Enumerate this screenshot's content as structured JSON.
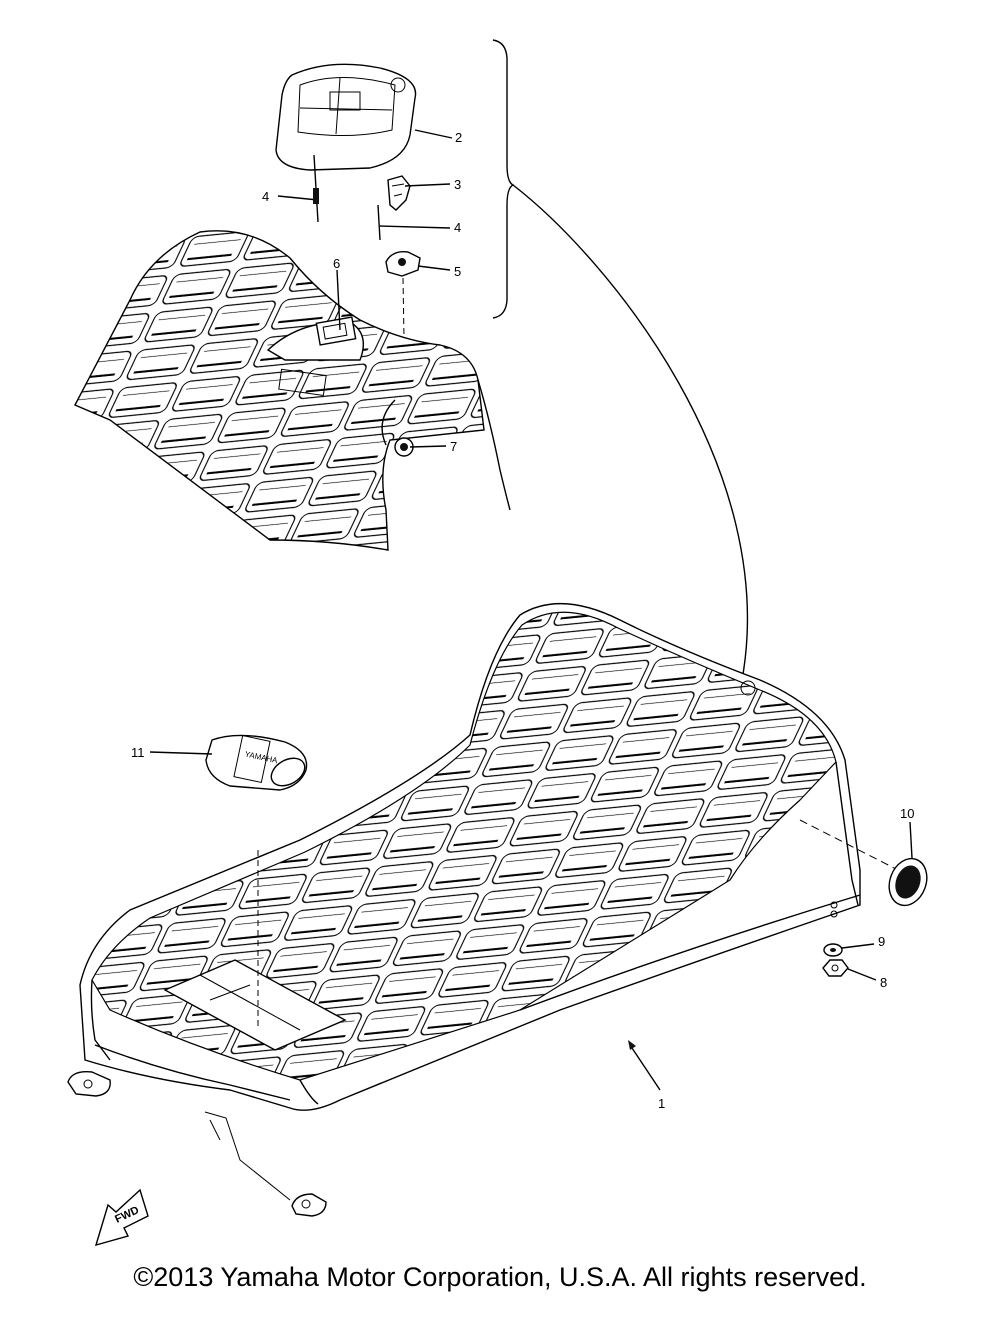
{
  "diagram": {
    "callouts": [
      "1",
      "2",
      "3",
      "4",
      "4",
      "5",
      "6",
      "7",
      "8",
      "9",
      "10",
      "11"
    ],
    "fwd_mark": "FWD",
    "logo_text": "YAMAHA"
  },
  "footer": {
    "copyright": "©2013 Yamaha Motor Corporation, U.S.A. All rights reserved."
  },
  "colors": {
    "ink": "#000000",
    "paper": "#ffffff"
  }
}
